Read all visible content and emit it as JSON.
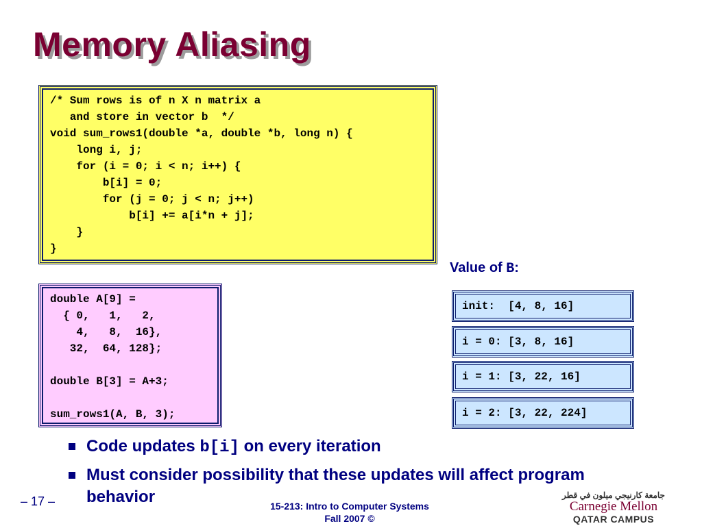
{
  "slide": {
    "title": "Memory Aliasing",
    "page_number": "– 17 –"
  },
  "code_main": "/* Sum rows is of n X n matrix a\n   and store in vector b  */\nvoid sum_rows1(double *a, double *b, long n) {\n    long i, j;\n    for (i = 0; i < n; i++) {\n        b[i] = 0;\n        for (j = 0; j < n; j++)\n            b[i] += a[i*n + j];\n    }\n}",
  "code_arrays": "double A[9] =\n  { 0,   1,   2,\n    4,   8,  16},\n   32,  64, 128};\n\ndouble B[3] = A+3;\n\nsum_rows1(A, B, 3);",
  "value_label": {
    "prefix": "Value of ",
    "var": "B",
    "suffix": ":"
  },
  "values": [
    "init:  [4, 8, 16]",
    "i = 0: [3, 8, 16]",
    "i = 1: [3, 22, 16]",
    "i = 2: [3, 22, 224]"
  ],
  "bullets": [
    {
      "before": "Code updates ",
      "code": "b[i]",
      "after": " on every iteration"
    },
    {
      "before": "Must consider possibility that these updates will affect program behavior",
      "code": "",
      "after": ""
    }
  ],
  "footer": {
    "line1": "15-213: Intro to Computer Systems",
    "line2": "Fall 2007 ©"
  },
  "logo": {
    "arabic": "جامعة كارنيجي ميلون في قطر",
    "name": "Carnegie Mellon",
    "campus": "QATAR CAMPUS"
  },
  "colors": {
    "title": "#7a0032",
    "accent": "#000080",
    "code_main_bg": "#ffff66",
    "code_arrays_bg": "#ffccff",
    "values_bg": "#cce6ff"
  }
}
